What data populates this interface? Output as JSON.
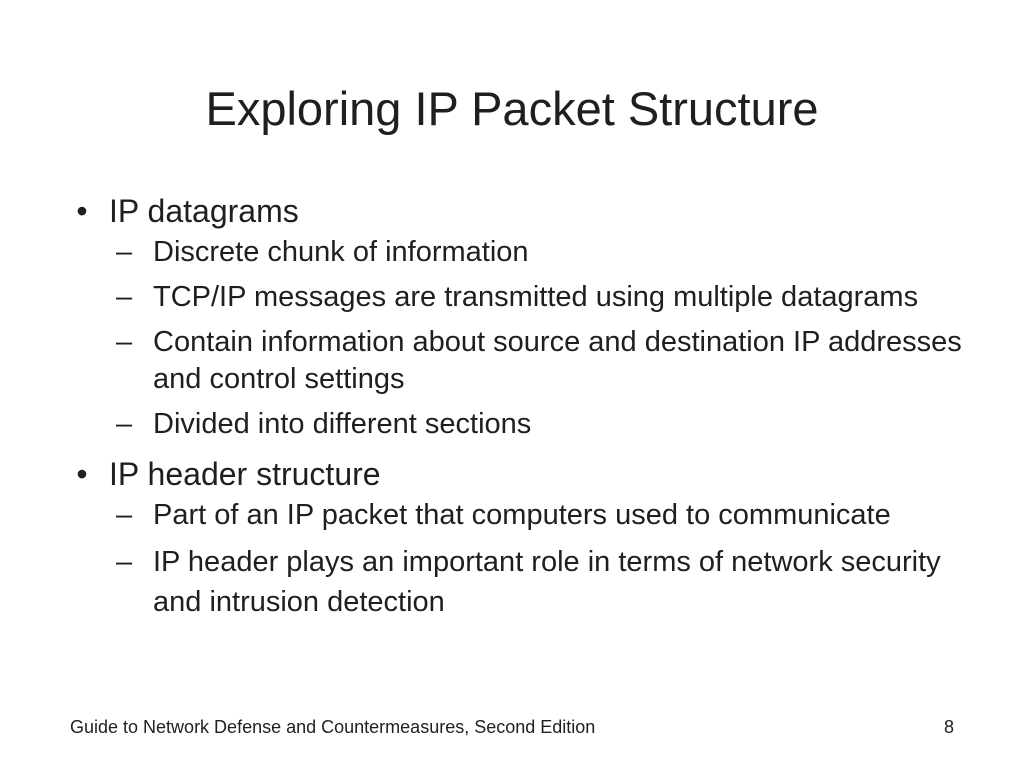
{
  "slide": {
    "title": "Exploring IP Packet Structure",
    "bullets": [
      {
        "text": "IP datagrams",
        "subs": [
          "Discrete chunk of information",
          "TCP/IP messages are transmitted using multiple datagrams",
          "Contain information about source and destination IP addresses and control settings",
          "Divided into different sections"
        ]
      },
      {
        "text": "IP header structure",
        "subs": [
          "Part of an IP packet that computers used to communicate",
          "IP header plays an important role in terms of network security and intrusion detection"
        ]
      }
    ],
    "footer": {
      "text": "Guide to Network Defense and Countermeasures, Second Edition",
      "page_number": "8"
    },
    "markers": {
      "bullet": "•",
      "dash": "–"
    }
  }
}
